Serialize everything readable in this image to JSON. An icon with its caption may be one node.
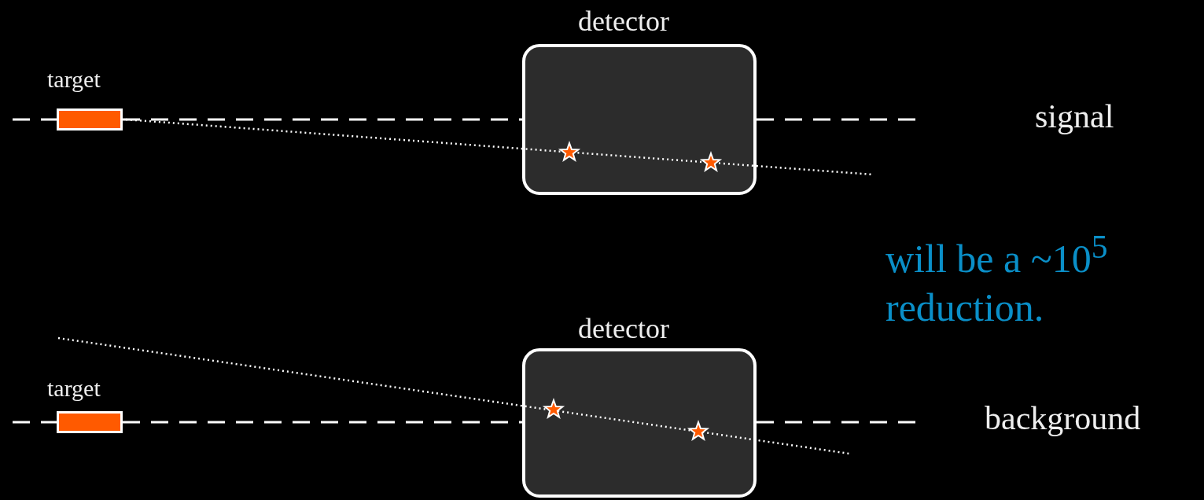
{
  "diagram": {
    "nodes": [
      {
        "text": [
          "target"
        ]
      },
      {
        "text": [
          "detector"
        ]
      },
      {
        "text": [
          "target"
        ]
      },
      {
        "text": [
          "detector"
        ]
      }
    ],
    "edges": [
      {
        "from": 0,
        "to": 1,
        "arrow": "none",
        "style": "dashed"
      },
      {
        "from": 2,
        "to": 3,
        "arrow": "none",
        "style": "dashed"
      }
    ],
    "labels": [
      "signal",
      "will be a ~10$^{5}$ reduction.",
      "background"
    ]
  }
}
